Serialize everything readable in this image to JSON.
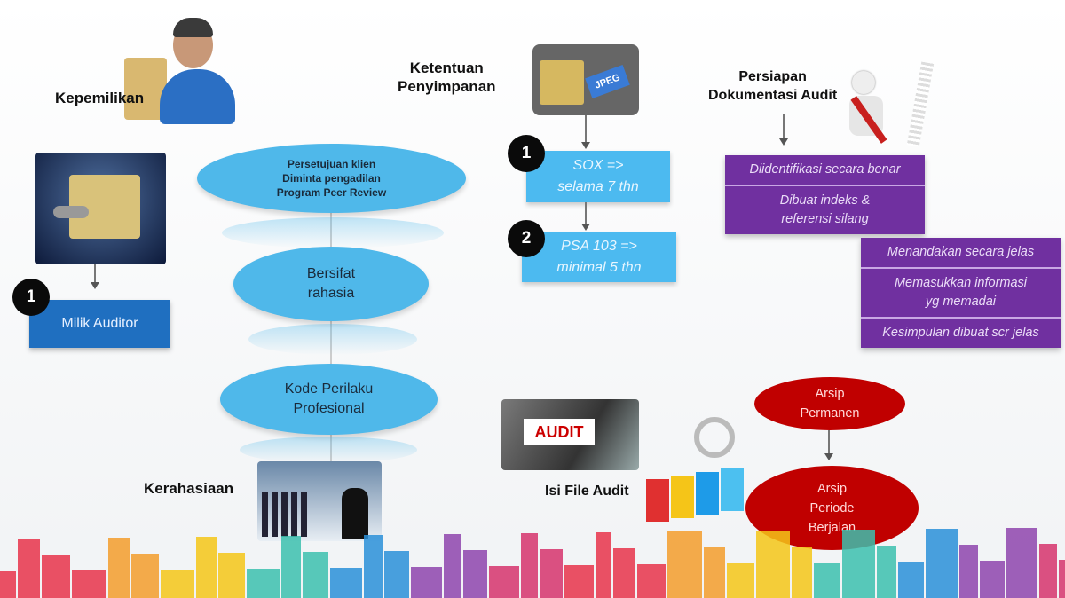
{
  "ownership": {
    "title": "Kepemilikan",
    "badge": "1",
    "box": "Milik Auditor"
  },
  "confidentiality": {
    "title": "Kerahasiaan",
    "ellipses": [
      "Persetujuan klien\nDiminta pengadilan\nProgram Peer Review",
      "Bersifat\nrahasia",
      "Kode Perilaku\nProfesional"
    ]
  },
  "storage": {
    "title": "Ketentuan\nPenyimpanan",
    "icon_text": "JPEG",
    "items": [
      {
        "badge": "1",
        "text": "SOX =>\nselama 7 thn"
      },
      {
        "badge": "2",
        "text": "PSA 103 =>\nminimal 5 thn"
      }
    ]
  },
  "documentation": {
    "title": "Persiapan\nDokumentasi Audit",
    "group1": [
      "Diidentifikasi secara benar",
      "Dibuat indeks &\nreferensi silang"
    ],
    "group2": [
      "Menandakan secara jelas",
      "Memasukkan informasi\nyg memadai",
      "Kesimpulan dibuat scr jelas"
    ]
  },
  "file_contents": {
    "title": "Isi File Audit",
    "card_text": "AUDIT",
    "archives": [
      "Arsip\nPermanen",
      "Arsip\nPeriode\nBerjalan"
    ]
  },
  "colors": {
    "light_blue": "#4fb8ea",
    "dark_blue": "#1f6fc0",
    "purple": "#7030a0",
    "red": "#c00000"
  }
}
